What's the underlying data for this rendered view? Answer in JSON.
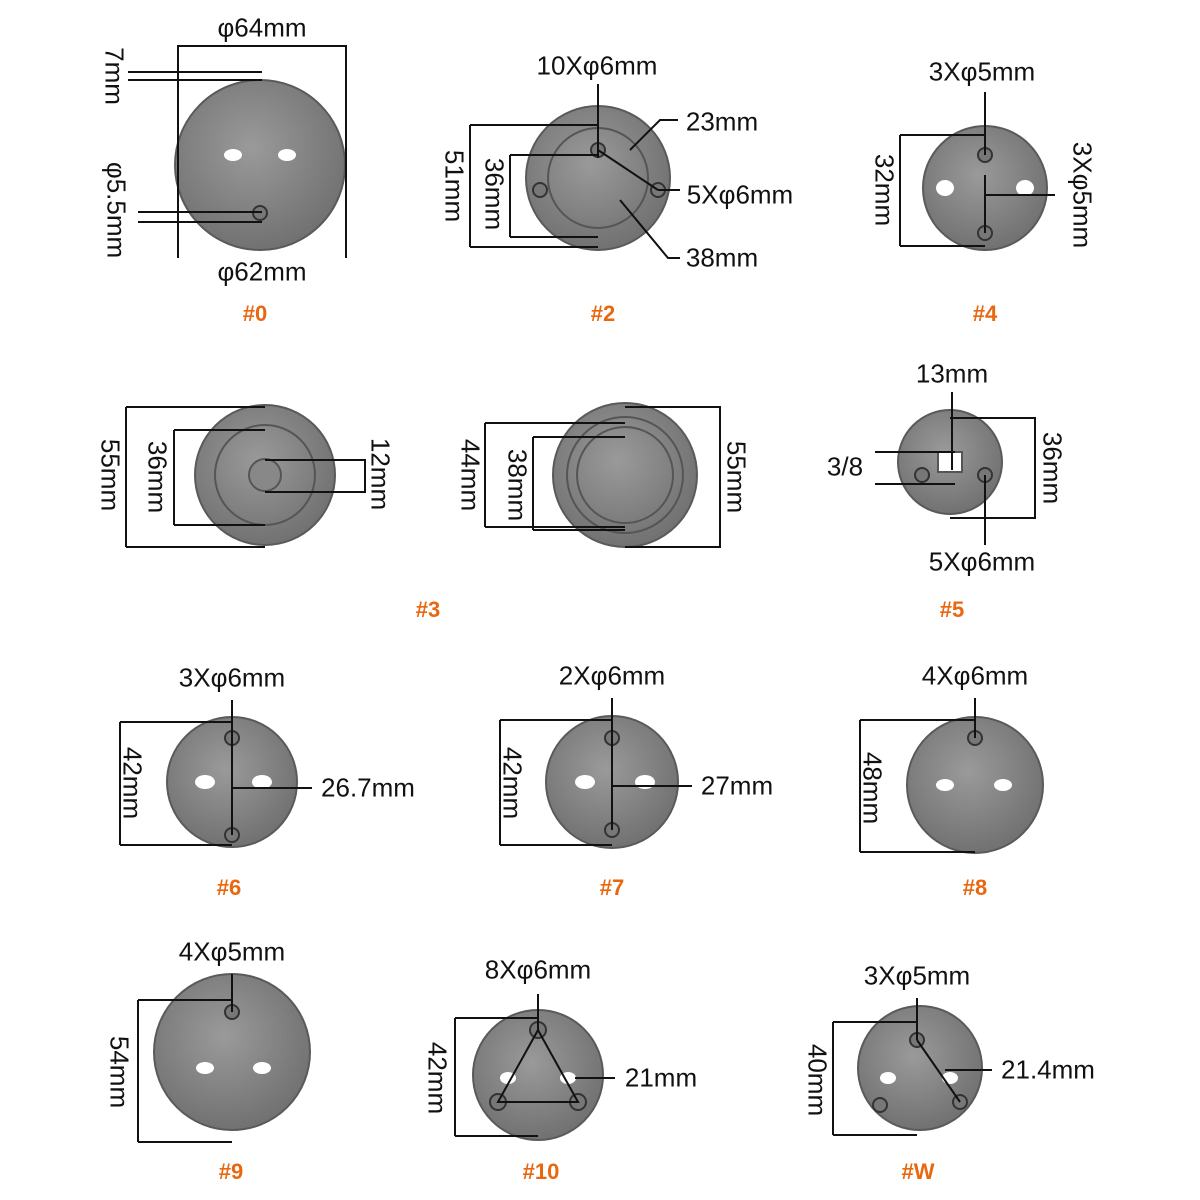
{
  "accent_color": "#e8670f",
  "items": {
    "a0": {
      "id": "#0",
      "dims": [
        "φ64mm",
        "7mm",
        "φ5.5mm",
        "φ62mm"
      ]
    },
    "a2": {
      "id": "#2",
      "dims": [
        "10Xφ6mm",
        "23mm",
        "5Xφ6mm",
        "38mm",
        "51mm",
        "36mm"
      ]
    },
    "a4": {
      "id": "#4",
      "dims": [
        "3Xφ5mm",
        "32mm",
        "3Xφ5mm"
      ]
    },
    "a3": {
      "id": "#3",
      "dims": [
        "55mm",
        "36mm",
        "12mm",
        "44mm",
        "38mm",
        "55mm"
      ]
    },
    "a5": {
      "id": "#5",
      "dims": [
        "13mm",
        "3/8",
        "36mm",
        "5Xφ6mm"
      ]
    },
    "a6": {
      "id": "#6",
      "dims": [
        "3Xφ6mm",
        "42mm",
        "26.7mm"
      ]
    },
    "a7": {
      "id": "#7",
      "dims": [
        "2Xφ6mm",
        "42mm",
        "27mm"
      ]
    },
    "a8": {
      "id": "#8",
      "dims": [
        "4Xφ6mm",
        "48mm"
      ]
    },
    "a9": {
      "id": "#9",
      "dims": [
        "4Xφ5mm",
        "54mm"
      ]
    },
    "a10": {
      "id": "#10",
      "dims": [
        "8Xφ6mm",
        "42mm",
        "21mm"
      ]
    },
    "aW": {
      "id": "#W",
      "dims": [
        "3Xφ5mm",
        "40mm",
        "21.4mm"
      ]
    }
  }
}
